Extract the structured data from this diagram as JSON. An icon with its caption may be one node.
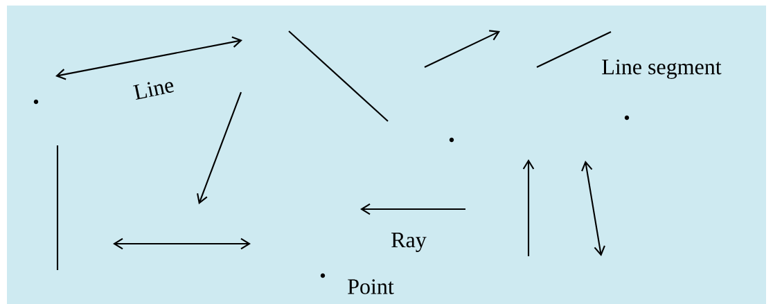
{
  "diagram": {
    "labels": [
      "Line",
      "Line segment",
      "Ray",
      "Point"
    ]
  }
}
